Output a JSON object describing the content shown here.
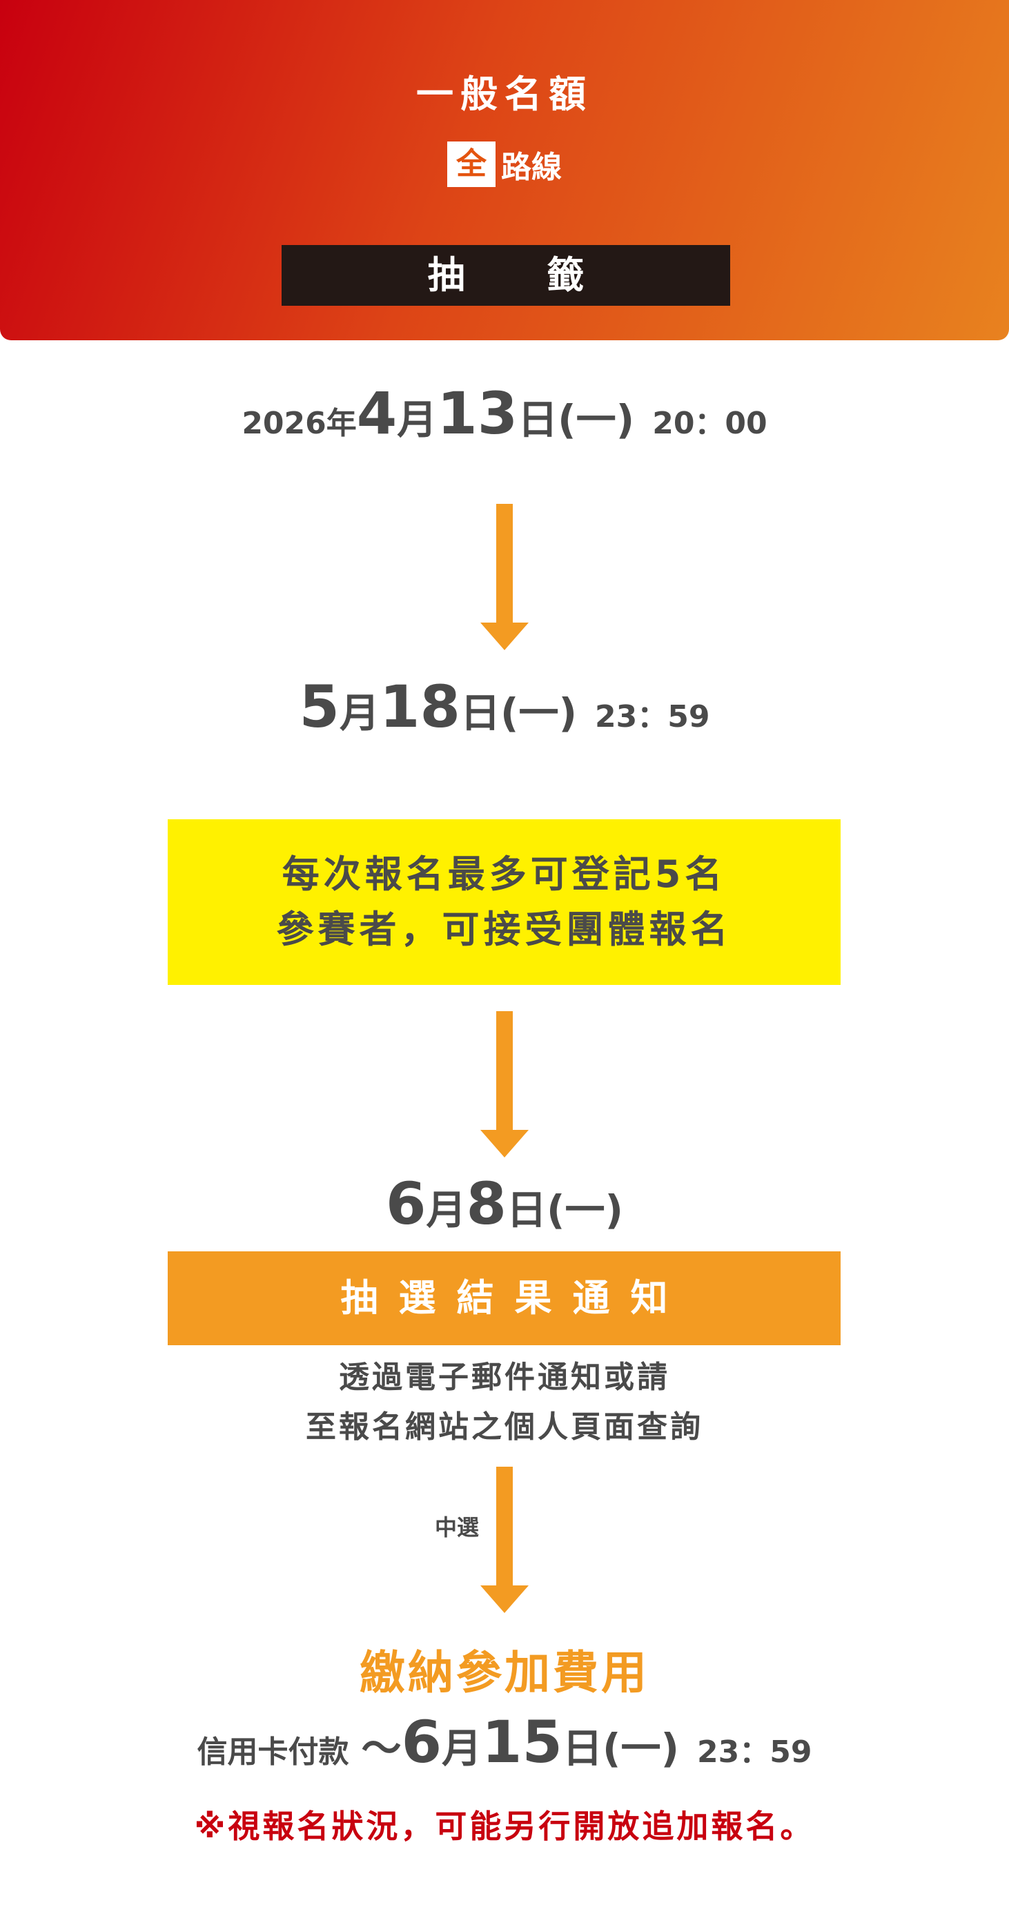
{
  "header": {
    "title": "一般名額",
    "route_badge": "全",
    "route_label": "路線",
    "method": "抽 籤"
  },
  "period": {
    "start": {
      "year": "2026年",
      "month": "4",
      "month_unit": "月",
      "day": "13",
      "day_unit": "日",
      "weekday": "(一)",
      "time": "20：00"
    },
    "end": {
      "month": "5",
      "month_unit": "月",
      "day": "18",
      "day_unit": "日",
      "weekday": "(一)",
      "time": "23：59"
    }
  },
  "registration_note": {
    "line1": "每次報名最多可登記5名",
    "line2": "參賽者，可接受團體報名"
  },
  "result": {
    "month": "6",
    "month_unit": "月",
    "day": "8",
    "day_unit": "日",
    "weekday": "(一)",
    "title": "抽選結果通知",
    "desc_line1": "透過電子郵件通知或請",
    "desc_line2": "至報名網站之個人頁面查詢"
  },
  "elected_label": "中選",
  "payment": {
    "title": "繳納參加費用",
    "method": "信用卡付款",
    "tilde": "～",
    "month": "6",
    "month_unit": "月",
    "day": "15",
    "day_unit": "日",
    "weekday": "(一)",
    "time": "23：59"
  },
  "footnote": "※視報名狀況，可能另行開放追加報名。",
  "colors": {
    "accent_orange": "#f39b22",
    "header_red": "#c8000f",
    "header_orange": "#e8821f",
    "highlight_yellow": "#fff100",
    "dark_bar": "#231815",
    "warn_red": "#c8000f"
  }
}
